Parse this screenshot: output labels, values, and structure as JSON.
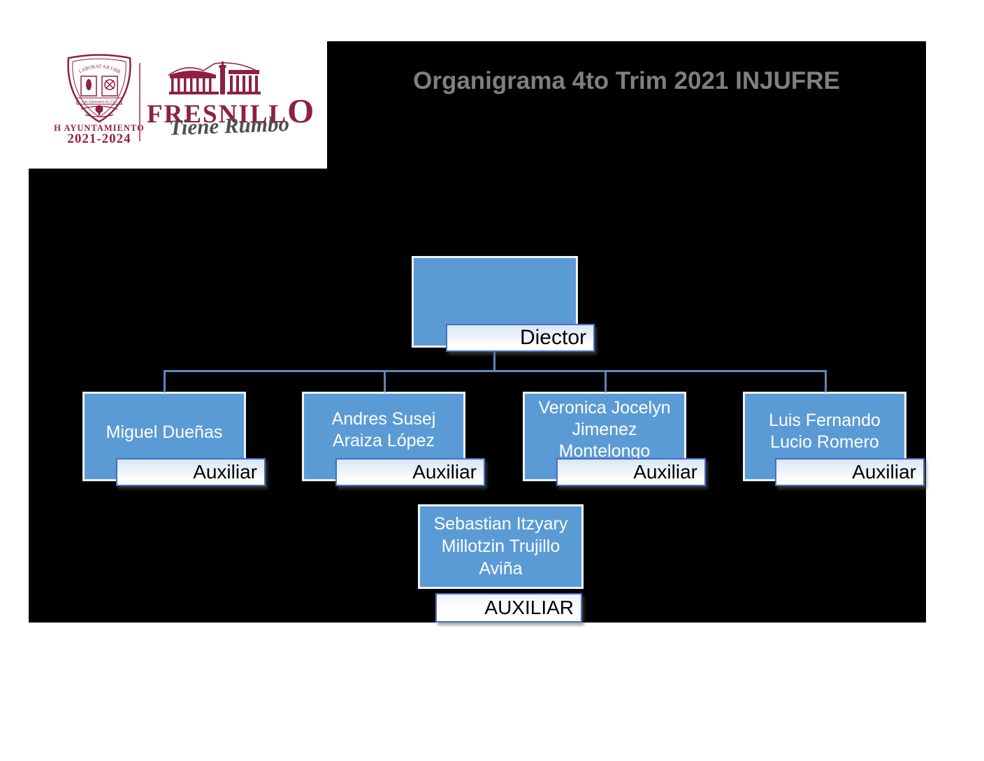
{
  "logo": {
    "crest_motto": "LABORAT AB URBE",
    "crest_banner": "2 de Septiembre de 1554",
    "council_label": "H AYUNTAMIENTO",
    "council_years": "2021-2024",
    "brand_main": "FRESNILL",
    "brand_o": "O",
    "tagline": "Tiene Rumbo"
  },
  "title": "Organigrama 4to Trim 2021 INJUFRE",
  "org_chart": {
    "root": {
      "name": "",
      "role": "Diector"
    },
    "managers": [
      {
        "name": "Miguel Dueñas",
        "role": "Auxiliar"
      },
      {
        "name": "Andres Susej\nAraiza López",
        "role": "Auxiliar"
      },
      {
        "name": "Veronica Jocelyn\nJimenez\nMontelongo",
        "role": "Auxiliar"
      },
      {
        "name": "Luis Fernando\nLucio Romero",
        "role": "Auxiliar"
      }
    ],
    "staff": [
      {
        "name": "Sebastian Itzyary\nMillotzin Trujillo\nAviña",
        "role": "AUXILIAR"
      }
    ]
  },
  "colors": {
    "node_fill": "#5b9bd5",
    "node_border": "#edf3fa",
    "connector": "#5e87b9",
    "label_border": "#4472c4",
    "brand_maroon": "#8e2043",
    "title_gray": "#7f7f7f",
    "slide_background": "#000000"
  }
}
